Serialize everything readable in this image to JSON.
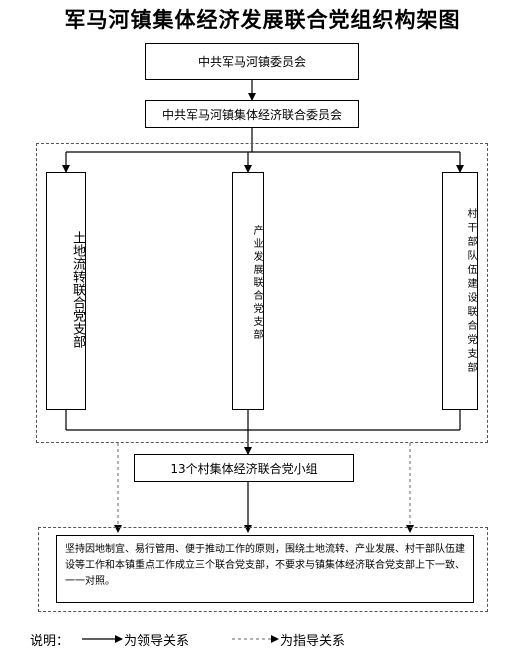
{
  "title": "军马河镇集体经济发展联合党组织构架图",
  "nodes": {
    "top": "中共军马河镇委员会",
    "second": "中共军马河镇集体经济联合委员会",
    "branch_left": "土地流转联合党支部",
    "branch_middle": "产业发展联合党支部",
    "branch_right": "村干部队伍建设联合党支部",
    "group": "13个村集体经济联合党小组"
  },
  "note": "坚持因地制宜、易行管用、便于推动工作的原则，围绕土地流转、产业发展、村干部队伍建设等工作和本镇重点工作成立三个联合党支部，不要求与镇集体经济联合党支部上下一致、一一对照。",
  "legend": {
    "label": "说明：",
    "solid": "为领导关系",
    "dashed": "为指导关系"
  }
}
